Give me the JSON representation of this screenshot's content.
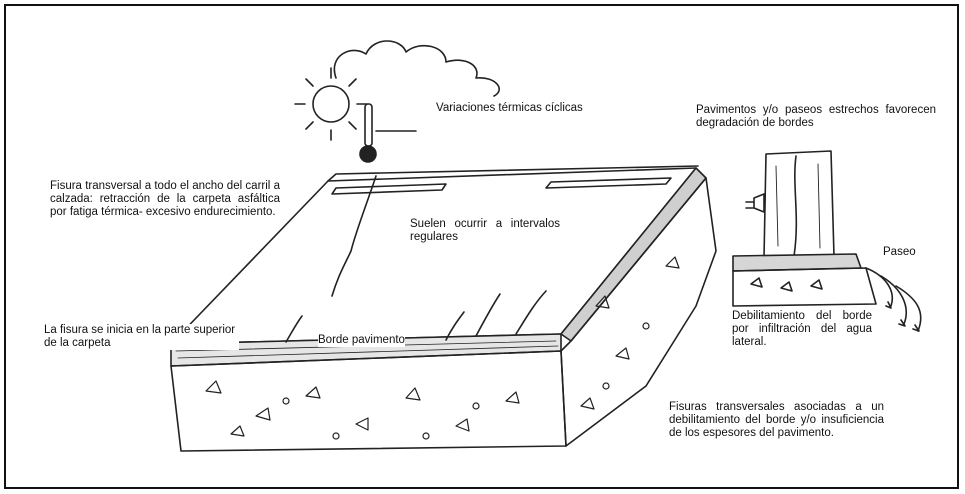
{
  "labels": {
    "thermal_variations": "Variaciones térmicas cíclicas",
    "narrow_pavements": "Pavimentos y/o paseos estrechos favorecen degradación de bordes",
    "transverse_crack": "Fisura transversal a todo el ancho del carril a calzada: retracción de la carpeta asfáltica por fatiga térmica- excesivo endurecimiento.",
    "regular_intervals": "Suelen ocurrir a intervalos regulares",
    "shoulder": "Paseo",
    "edge_weakening": "Debilitamiento del borde por infiltración del agua lateral.",
    "crack_origin": "La fisura se inicia en la parte superior de la carpeta",
    "pavement_edge": "Borde pavimento",
    "edge_cracks": "Fisuras transversales asociadas a un debilitamiento del borde y/o insuficiencia de los espesores del pavimento."
  },
  "colors": {
    "ink": "#222222",
    "background": "#ffffff"
  },
  "icons": [
    "sun-icon",
    "cloud-icon",
    "thermometer-icon",
    "cracked-post-icon"
  ]
}
